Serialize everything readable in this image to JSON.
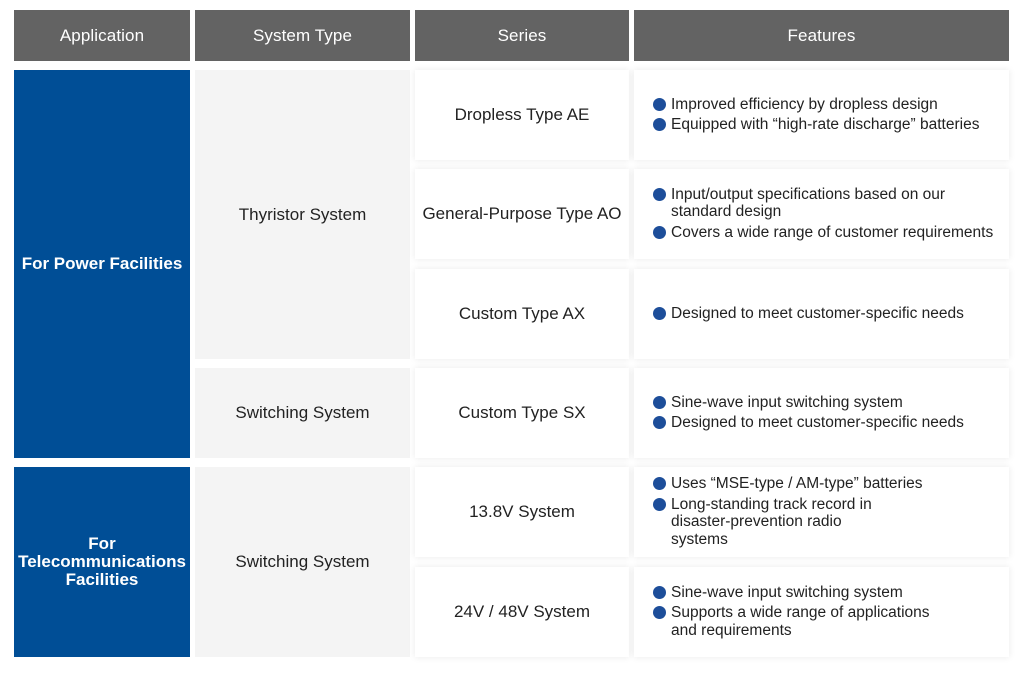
{
  "headers": {
    "application": "Application",
    "system_type": "System Type",
    "series": "Series",
    "features": "Features"
  },
  "applications": [
    "For Power Facilities",
    "For\nTelecommunications\nFacilities"
  ],
  "system_types": [
    "Thyristor System",
    "Switching System",
    "Switching System"
  ],
  "rows": [
    {
      "series": "Dropless Type AE",
      "features": [
        "Improved efficiency by dropless design",
        "Equipped with “high-rate discharge” batteries"
      ]
    },
    {
      "series": "General-Purpose Type AO",
      "features": [
        "Input/output specifications based on our standard design",
        "Covers a wide range of customer requirements"
      ]
    },
    {
      "series": "Custom Type AX",
      "features": [
        "Designed to meet customer-specific needs"
      ]
    },
    {
      "series": "Custom Type SX",
      "features": [
        "Sine-wave input switching system",
        "Designed to meet customer-specific needs"
      ]
    },
    {
      "series": "13.8V System",
      "features": [
        "Uses “MSE-type / AM-type” batteries",
        "Long-standing track record in disaster-prevention radio systems"
      ]
    },
    {
      "series": "24V / 48V System",
      "features": [
        "Sine-wave input switching system",
        "Supports a wide range of applications and requirements"
      ]
    }
  ],
  "colors": {
    "header_bg": "#636363",
    "application_bg": "#004e96",
    "bullet": "#1d4e9a",
    "system_bg": "#f4f4f4"
  },
  "icons": {
    "bullet": "circle-bullet-icon"
  }
}
